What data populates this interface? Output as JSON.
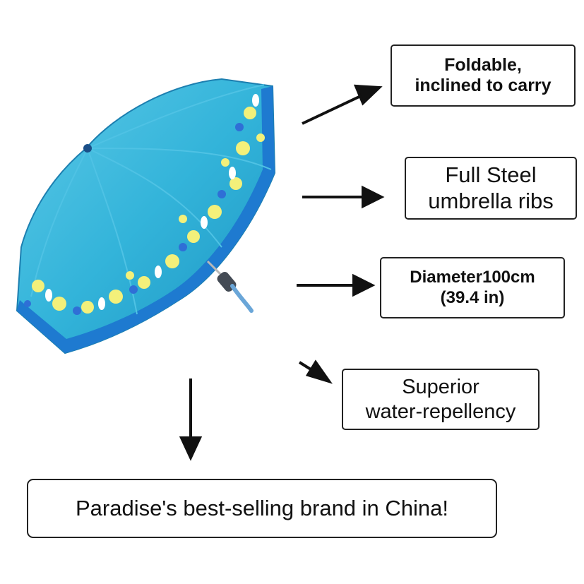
{
  "image": {
    "subject": "blue-folding-umbrella-icon",
    "colors": {
      "canopy": "#33b4da",
      "canopy_dark": "#1c95c2",
      "border_blue": "#1e7ad0",
      "flower_yellow": "#f3f07a",
      "flower_white": "#ffffff",
      "flower_blue": "#2f6fd6"
    }
  },
  "callouts": {
    "foldable": {
      "line1": "Foldable,",
      "line2": "inclined to carry"
    },
    "steel": {
      "line1": "Full Steel",
      "line2": "umbrella ribs"
    },
    "diameter": {
      "line1": "Diameter100cm",
      "line2": "(39.4 in)"
    },
    "water": {
      "line1": "Superior",
      "line2": "water-repellency"
    },
    "brand": {
      "text": "Paradise's best-selling brand in China!"
    }
  },
  "arrows": [
    {
      "name": "arrow-foldable-icon"
    },
    {
      "name": "arrow-steel-icon"
    },
    {
      "name": "arrow-diameter-icon"
    },
    {
      "name": "arrow-water-icon"
    },
    {
      "name": "arrow-brand-icon"
    }
  ]
}
